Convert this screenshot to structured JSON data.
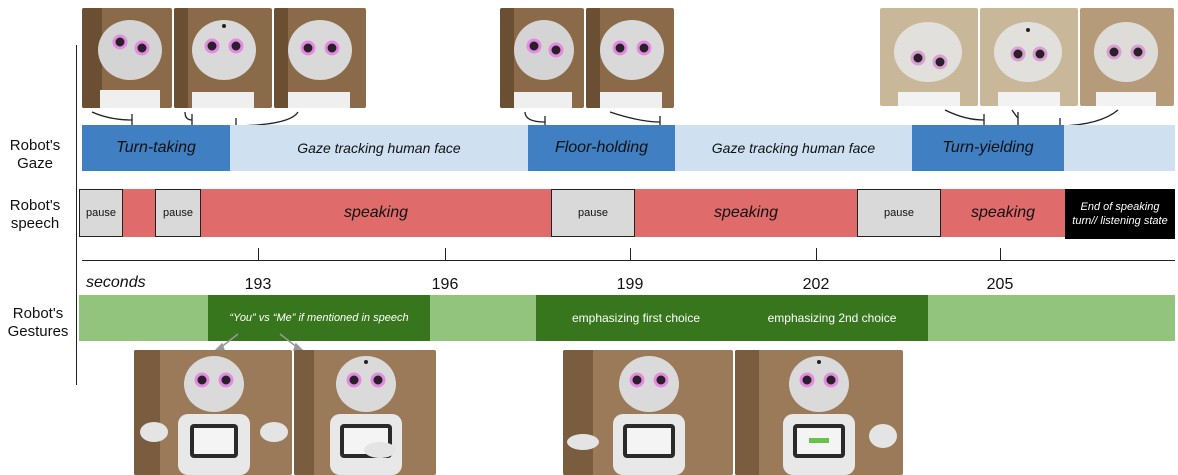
{
  "rows": {
    "gaze_label": "Robot's Gaze",
    "speech_label": "Robot's speech",
    "gestures_label": "Robot's Gestures"
  },
  "gaze": {
    "turn_taking": "Turn-taking",
    "tracking_1": "Gaze tracking human face",
    "floor_holding": "Floor-holding",
    "tracking_2": "Gaze tracking human face",
    "turn_yielding": "Turn-yielding"
  },
  "speech": {
    "pause_1": "pause",
    "pause_2": "pause",
    "speaking_1": "speaking",
    "pause_3": "pause",
    "speaking_2": "speaking",
    "pause_4": "pause",
    "speaking_3": "speaking",
    "end_state": "End of speaking turn// listening state"
  },
  "axis": {
    "unit": "seconds",
    "ticks": [
      "193",
      "196",
      "199",
      "202",
      "205"
    ]
  },
  "gestures": {
    "you_vs_me": "“You” vs “Me” if mentioned in speech",
    "first_choice": "emphasizing first choice",
    "second_choice": "emphasizing 2nd choice"
  },
  "colors": {
    "gaze_dark": "#3f7fc2",
    "gaze_light": "#cfe0f1",
    "speech_red": "#e06b6b",
    "pause_gray": "#d9d9d9",
    "gesture_light": "#93c47d",
    "gesture_dark": "#38761d"
  }
}
